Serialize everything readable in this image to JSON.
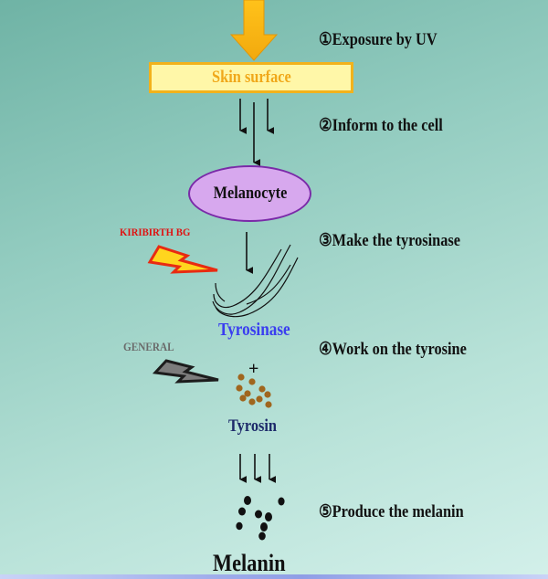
{
  "steps": {
    "step1": "①Exposure by UV",
    "step2": "②Inform to the cell",
    "step3": "③Make the tyrosinase",
    "step4": "④Work on the tyrosine",
    "step5": "⑤Produce the melanin"
  },
  "nodes": {
    "skin_surface": "Skin surface",
    "melanocyte": "Melanocyte",
    "tyrosinase": "Tyrosinase",
    "tyrosin": "Tyrosin",
    "melanin": "Melanin"
  },
  "labels": {
    "kiribirth": "KIRIBIRTH BG",
    "general": "GENERAL",
    "plus": "+"
  },
  "colors": {
    "uv_arrow": "#f7b514",
    "skin_fill": "#fff7a8",
    "skin_border": "#f2b21c",
    "skin_text": "#f0a81a",
    "cell_fill": "#d7a8ee",
    "cell_border": "#7a2aa8",
    "tyrosinase_text": "#3a3df0",
    "tyrosin_text": "#1d2a6a",
    "kiribirth_text": "#e01010",
    "general_text": "#6a6a6a",
    "tyrosine_dot": "#a0661e",
    "melanin_dot": "#111111"
  },
  "icons": {
    "kiribirth_bolt": "lightning-bolt-icon",
    "general_bolt": "lightning-bolt-icon"
  }
}
